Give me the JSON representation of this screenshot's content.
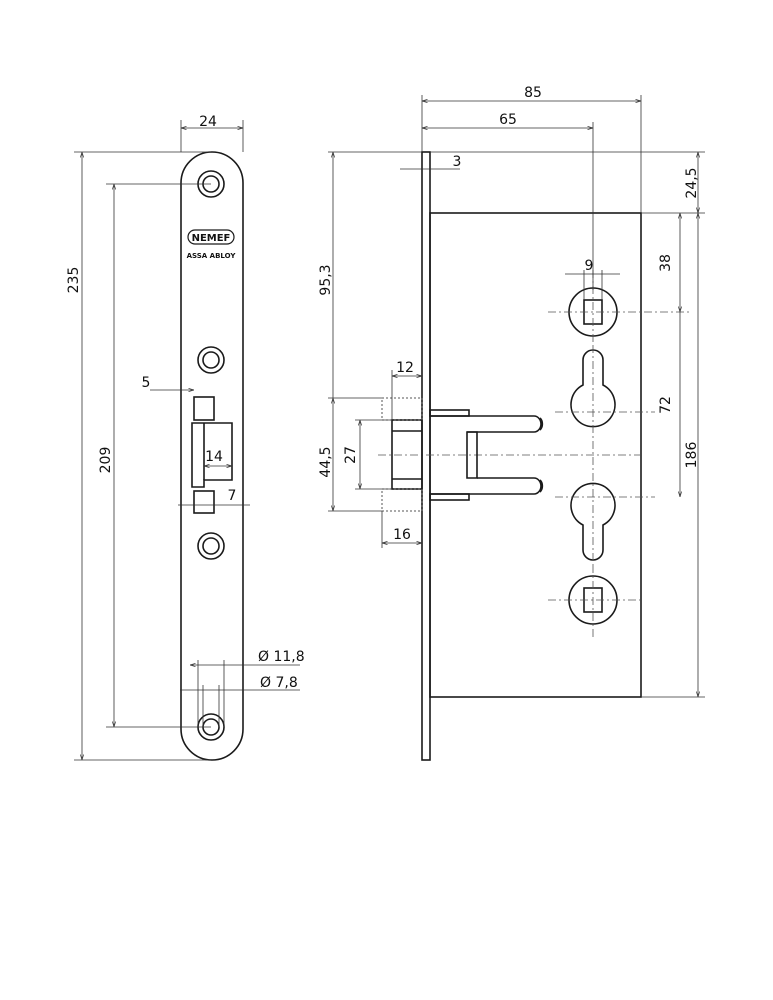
{
  "logo": {
    "brand": "NEMEF",
    "parent": "ASSA ABLOY"
  },
  "faceplate_dims": {
    "width": "24",
    "height": "235",
    "hole_spacing": "209",
    "latch_offset": "5",
    "latch_width": "14",
    "latch_bottom": "7",
    "hole_outer_dia": "Ø 11,8",
    "hole_inner_dia": "Ø 7,8"
  },
  "side_dims": {
    "overall_depth": "85",
    "backset": "65",
    "plate_thickness": "3",
    "top_offset": "24,5",
    "latch_height_pos": "95,3",
    "spindle_top": "38",
    "cylinder_spacing": "72",
    "case_height": "186",
    "latch_projection": "12",
    "latch_span": "44,5",
    "latch_height": "27",
    "latch_depth": "16",
    "spindle_square": "9"
  }
}
